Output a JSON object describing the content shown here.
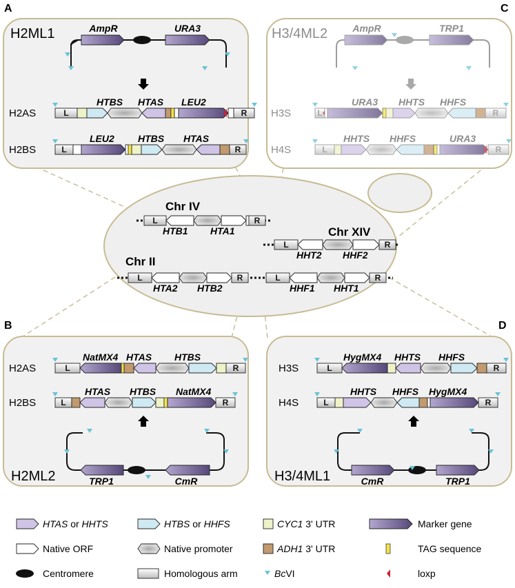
{
  "panels": {
    "A": {
      "letter": "A",
      "plasmid": {
        "name": "H2ML1",
        "gene1": "AmpR",
        "gene2": "URA3"
      },
      "rows": [
        {
          "label": "H2AS",
          "genes": [
            "HTBS",
            "HTAS",
            "LEU2"
          ]
        },
        {
          "label": "H2BS",
          "genes": [
            "LEU2",
            "HTBS",
            "HTAS"
          ]
        }
      ]
    },
    "B": {
      "letter": "B",
      "plasmid": {
        "name": "H2ML2",
        "gene1": "TRP1",
        "gene2": "CmR"
      },
      "rows": [
        {
          "label": "H2AS",
          "genes": [
            "NatMX4",
            "HTAS",
            "HTBS"
          ]
        },
        {
          "label": "H2BS",
          "genes": [
            "HTAS",
            "HTBS",
            "NatMX4"
          ]
        }
      ]
    },
    "C": {
      "letter": "C",
      "plasmid": {
        "name": "H3/4ML2",
        "gene1": "AmpR",
        "gene2": "TRP1"
      },
      "rows": [
        {
          "label": "H3S",
          "genes": [
            "URA3",
            "HHTS",
            "HHFS"
          ]
        },
        {
          "label": "H4S",
          "genes": [
            "HHTS",
            "HHFS",
            "URA3"
          ]
        }
      ]
    },
    "D": {
      "letter": "D",
      "plasmid": {
        "name": "H3/4ML1",
        "gene1": "CmR",
        "gene2": "TRP1"
      },
      "rows": [
        {
          "label": "H3S",
          "genes": [
            "HygMX4",
            "HHTS",
            "HHFS"
          ]
        },
        {
          "label": "H4S",
          "genes": [
            "HHTS",
            "HHFS",
            "HygMX4"
          ]
        }
      ]
    }
  },
  "chromosomes": [
    {
      "name": "Chr IV",
      "genes": [
        "HTB1",
        "HTA1"
      ]
    },
    {
      "name": "Chr XIV",
      "genes": [
        "HHT2",
        "HHF2"
      ]
    },
    {
      "name": "Chr II",
      "genes": [
        "HTA2",
        "HTB2",
        "HHF1",
        "HHT1"
      ]
    }
  ],
  "arms": {
    "left": "L",
    "right": "R"
  },
  "legend": [
    {
      "italic": "HTAS",
      "mid": " or ",
      "italic2": "HHTS",
      "rest": ""
    },
    {
      "italic": "HTBS",
      "mid": " or ",
      "italic2": "HHFS",
      "rest": ""
    },
    {
      "italic": "CYC1",
      "mid": "",
      "italic2": "",
      "rest": " 3' UTR"
    },
    {
      "italic": "",
      "mid": "",
      "italic2": "",
      "rest": "Marker gene"
    },
    {
      "italic": "",
      "mid": "",
      "italic2": "",
      "rest": "Native ORF"
    },
    {
      "italic": "",
      "mid": "",
      "italic2": "",
      "rest": "Native promoter"
    },
    {
      "italic": "ADH1",
      "mid": "",
      "italic2": "",
      "rest": " 3' UTR"
    },
    {
      "italic": "",
      "mid": "",
      "italic2": "",
      "rest": "TAG sequence"
    },
    {
      "italic": "",
      "mid": "",
      "italic2": "",
      "rest": "Centromere"
    },
    {
      "italic": "",
      "mid": "",
      "italic2": "",
      "rest": "Homologous arm"
    },
    {
      "italic": "Bc",
      "mid": "",
      "italic2": "",
      "rest": "VI"
    },
    {
      "italic": "",
      "mid": "",
      "italic2": "",
      "rest": "loxp"
    }
  ],
  "colors": {
    "purple": "#cfc4e6",
    "blue": "#cfe9f3",
    "cyc1": "#eef2c8",
    "adh1": "#c29a6f",
    "marker_light": "#ab9ec9",
    "marker_dark": "#5a4b80",
    "tag": "#f3e34a",
    "loxp": "#d0202f",
    "bcvi": "#69c2d6",
    "panel_bg": "#f1f1f1",
    "panel_border": "#c7bb93"
  }
}
